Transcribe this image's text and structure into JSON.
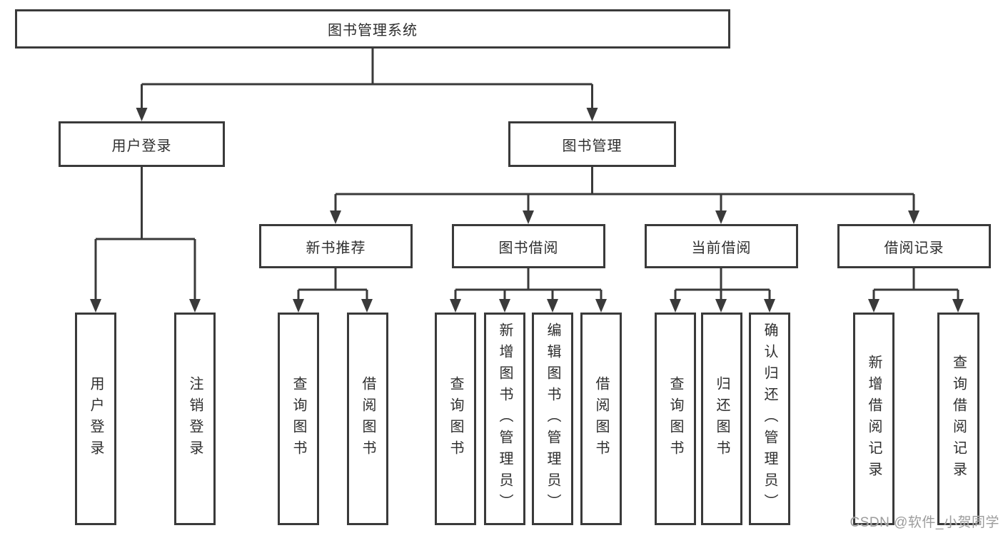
{
  "diagram": {
    "root": {
      "label": "图书管理系统",
      "children": [
        {
          "label": "用户登录",
          "children": [
            {
              "label": "用户登录"
            },
            {
              "label": "注销登录"
            }
          ]
        },
        {
          "label": "图书管理",
          "children": [
            {
              "label": "新书推荐",
              "children": [
                {
                  "label": "查询图书"
                },
                {
                  "label": "借阅图书"
                }
              ]
            },
            {
              "label": "图书借阅",
              "children": [
                {
                  "label": "查询图书"
                },
                {
                  "label": "新增图书（管理员）"
                },
                {
                  "label": "编辑图书（管理员）"
                },
                {
                  "label": "借阅图书"
                }
              ]
            },
            {
              "label": "当前借阅",
              "children": [
                {
                  "label": "查询图书"
                },
                {
                  "label": "归还图书"
                },
                {
                  "label": "确认归还（管理员）"
                }
              ]
            },
            {
              "label": "借阅记录",
              "children": [
                {
                  "label": "新增借阅记录"
                },
                {
                  "label": "查询借阅记录"
                }
              ]
            }
          ]
        }
      ]
    }
  },
  "watermark": {
    "text": "CSDN @软件_小贺同学"
  },
  "colors": {
    "background": "#ffffff",
    "box_background": "#ffffff",
    "box_border": "#3a3a3a",
    "line": "#3a3a3a",
    "text": "#2e2e2e",
    "watermark": "#9c9c9c"
  }
}
